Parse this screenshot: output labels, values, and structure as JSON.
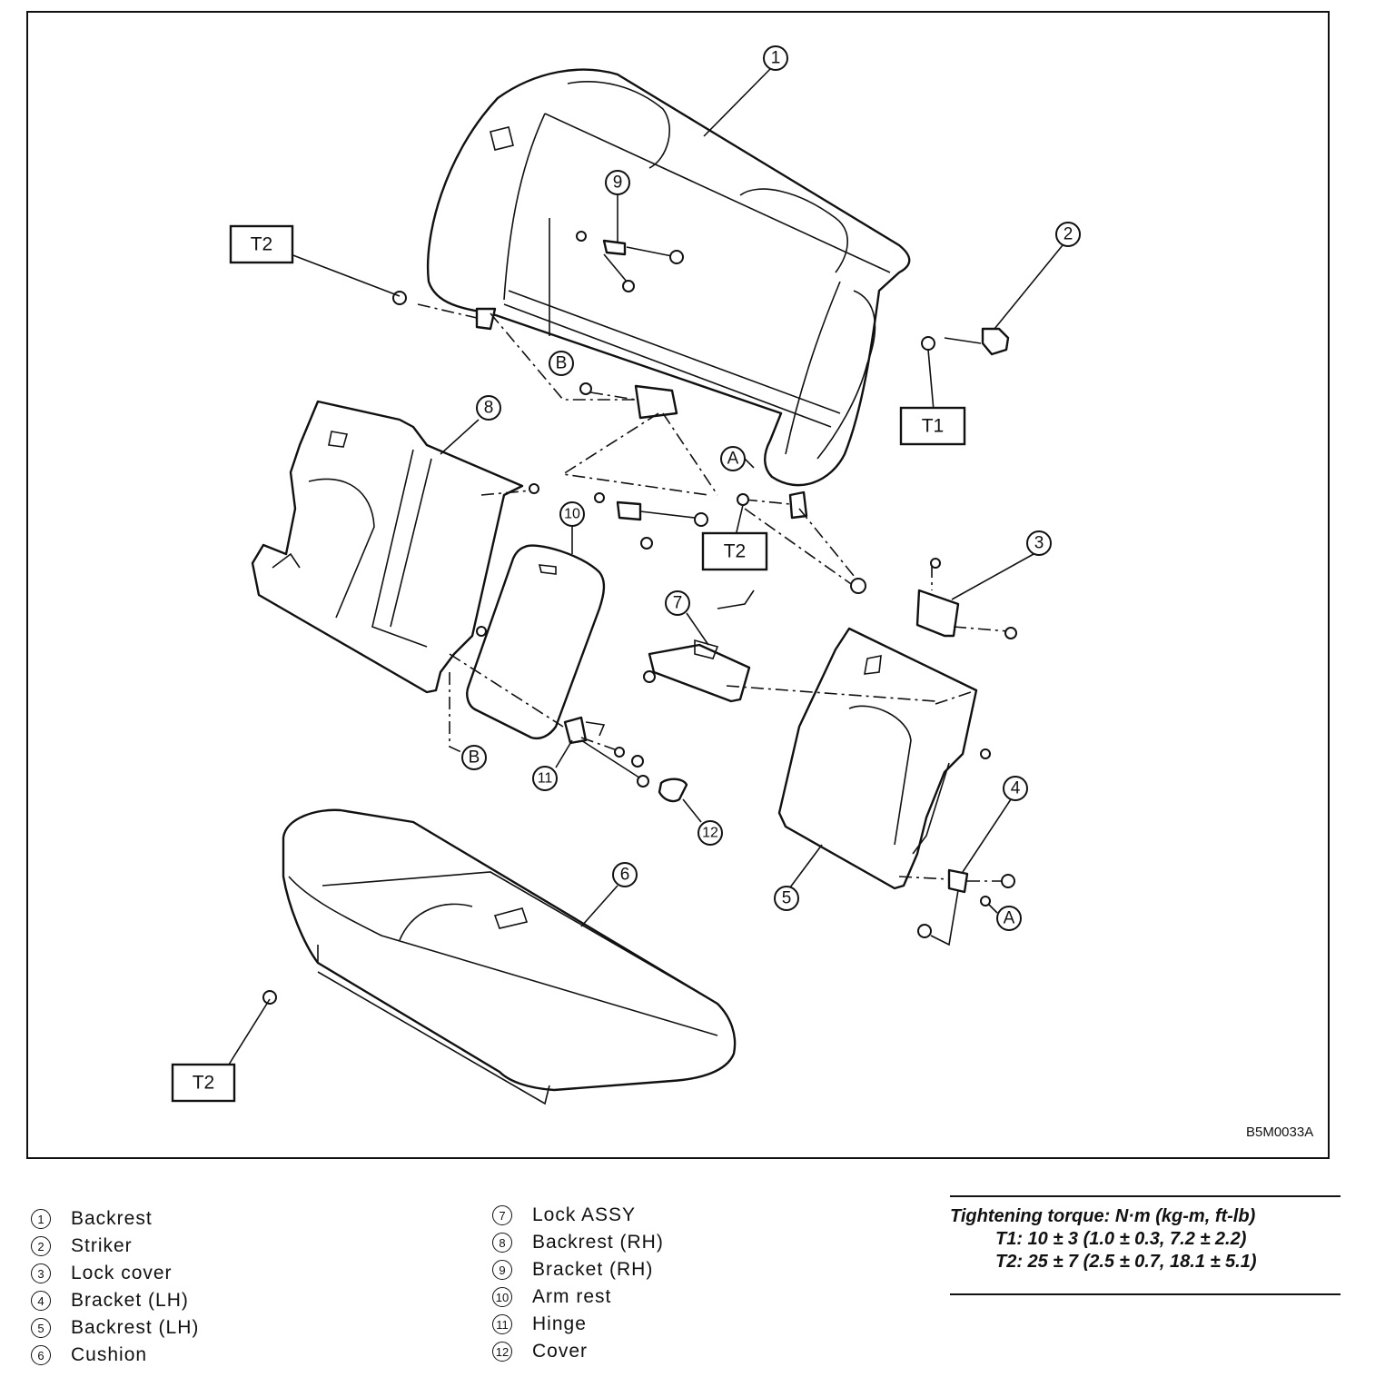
{
  "figure_code": "B5M0033A",
  "callouts": [
    "1",
    "2",
    "3",
    "4",
    "5",
    "6",
    "7",
    "8",
    "9",
    "10",
    "11",
    "12"
  ],
  "ref_marks": [
    "A",
    "B"
  ],
  "torque_tag": {
    "t1": "T1",
    "t2": "T2"
  },
  "legend": [
    {
      "num": "1",
      "label": "Backrest"
    },
    {
      "num": "2",
      "label": "Striker"
    },
    {
      "num": "3",
      "label": "Lock cover"
    },
    {
      "num": "4",
      "label": "Bracket (LH)"
    },
    {
      "num": "5",
      "label": "Backrest (LH)"
    },
    {
      "num": "6",
      "label": "Cushion"
    },
    {
      "num": "7",
      "label": "Lock ASSY"
    },
    {
      "num": "8",
      "label": "Backrest (RH)"
    },
    {
      "num": "9",
      "label": "Bracket (RH)"
    },
    {
      "num": "10",
      "label": "Arm rest"
    },
    {
      "num": "11",
      "label": "Hinge"
    },
    {
      "num": "12",
      "label": "Cover"
    }
  ],
  "torque": {
    "title": "Tightening torque: N·m (kg-m, ft-lb)",
    "t1": "T1: 10 ± 3 (1.0 ± 0.3, 7.2 ± 2.2)",
    "t2": "T2: 25 ± 7 (2.5 ± 0.7, 18.1 ± 5.1)"
  }
}
